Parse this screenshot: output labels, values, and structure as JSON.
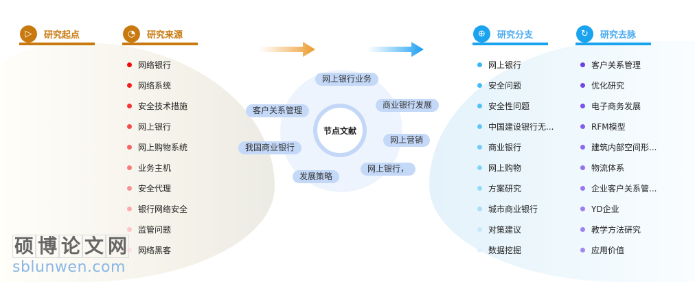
{
  "columns": [
    {
      "title": "研究起点",
      "icon": "send-icon",
      "glyph": "▷",
      "items": []
    },
    {
      "title": "研究来源",
      "icon": "pie-chart-icon",
      "glyph": "◔",
      "items": [
        "网络银行",
        "网络系统",
        "安全技术措施",
        "网上银行",
        "网上购物系统",
        "业务主机",
        "安全代理",
        "银行网络安全",
        "监管问题",
        "网络黑客"
      ],
      "colors": [
        "#f00a0a",
        "#f41f1f",
        "#f53535",
        "#f64b4b",
        "#f76464",
        "#f87c7c",
        "#f99393",
        "#fbabab",
        "#fcc6c6",
        "#fde0e0"
      ]
    },
    {
      "title": "研究分支",
      "icon": "plus-circle-icon",
      "glyph": "⊕",
      "items": [
        "网上银行",
        "安全问题",
        "安全性问题",
        "中国建设银行无...",
        "商业银行",
        "网上购物",
        "方案研究",
        "城市商业银行",
        "对策建议",
        "数据挖掘"
      ],
      "colors": [
        "#38b6f5",
        "#45bbf6",
        "#52c0f7",
        "#61c6f8",
        "#72ccf9",
        "#84d3fa",
        "#97daf9",
        "#acdff9",
        "#c6e9fb",
        "#e0f3fd"
      ]
    },
    {
      "title": "研究去脉",
      "icon": "refresh-icon",
      "glyph": "↻",
      "items": [
        "客户关系管理",
        "优化研究",
        "电子商务发展",
        "RFM模型",
        "建筑内部空间形...",
        "物流体系",
        "企业客户关系管...",
        "YD企业",
        "教学方法研究",
        "应用价值"
      ],
      "colors": [
        "#6a3fe6",
        "#7247e8",
        "#7a51ea",
        "#845cec",
        "#8c67ee",
        "#9370ef",
        "#9977f0",
        "#9c7cf0",
        "#9f81f1",
        "#a386f1"
      ]
    }
  ],
  "center": {
    "label": "节点文献",
    "keywords": [
      "网上银行业务",
      "商业银行发展",
      "客户关系管理",
      "网上营销",
      "我国商业银行",
      "网上银行，",
      "发展策略"
    ]
  },
  "watermark": {
    "cn": [
      "硕",
      "博",
      "论",
      "文",
      "网"
    ],
    "en": "sblunwen.com"
  }
}
